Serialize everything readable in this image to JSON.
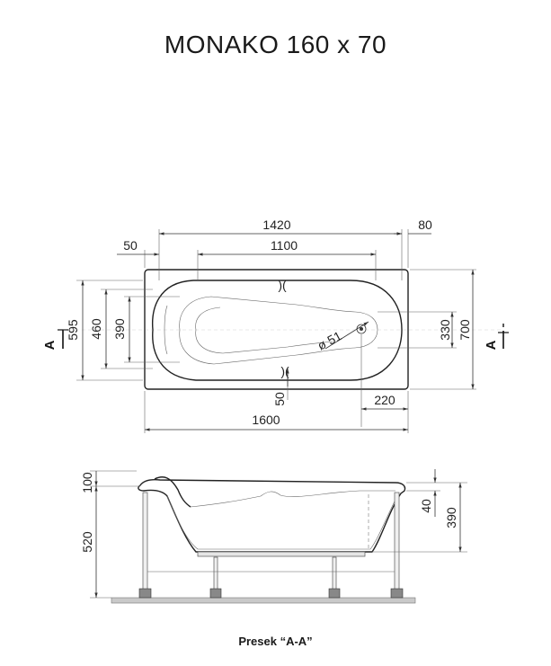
{
  "title": "MONAKO 160 x 70",
  "caption": "Presek “A-A”",
  "plan": {
    "dim_1420": "1420",
    "dim_80": "80",
    "dim_50_top": "50",
    "dim_1100": "1100",
    "dim_595": "595",
    "dim_460": "460",
    "dim_390": "390",
    "dim_330": "330",
    "dim_700": "700",
    "dim_drain": "ø 51",
    "dim_50_bottom": "50",
    "dim_220": "220",
    "dim_1600": "1600",
    "section_left": "A",
    "section_right": "A"
  },
  "section": {
    "dim_100": "100",
    "dim_520": "520",
    "dim_40": "40",
    "dim_390": "390"
  }
}
